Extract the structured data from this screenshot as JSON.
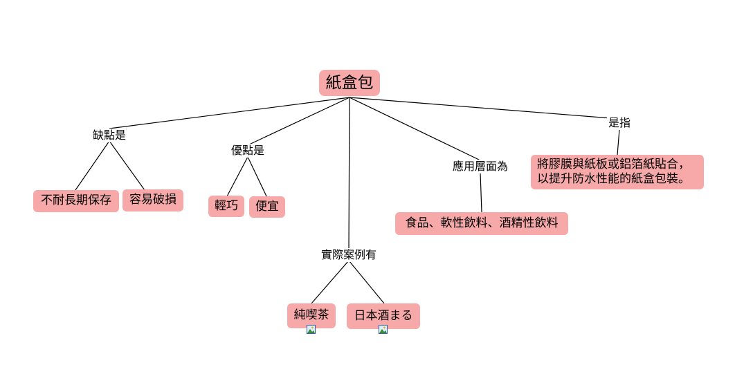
{
  "diagram": {
    "root": {
      "label": "紙盒包"
    },
    "links": {
      "disadvantages": "缺點是",
      "advantages": "優點是",
      "examples": "實際案例有",
      "applications": "應用層面為",
      "definition": "是指"
    },
    "nodes": {
      "disadvantage_1": "不耐長期保存",
      "disadvantage_2": "容易破損",
      "advantage_1": "輕巧",
      "advantage_2": "便宜",
      "example_1": "純喫茶",
      "example_2": "日本酒まる",
      "applications": "食品、軟性飲料、酒精性飲料",
      "definition_line_1": "將膠膜與紙板或鋁箔紙貼合，",
      "definition_line_2": "以提升防水性能的紙盒包裝。"
    },
    "icons": {
      "example_1": "image-icon",
      "example_2": "image-icon"
    },
    "colors": {
      "node_fill": "#f7a8a8",
      "line": "#000000",
      "icon_border": "#2b5ea8"
    }
  }
}
